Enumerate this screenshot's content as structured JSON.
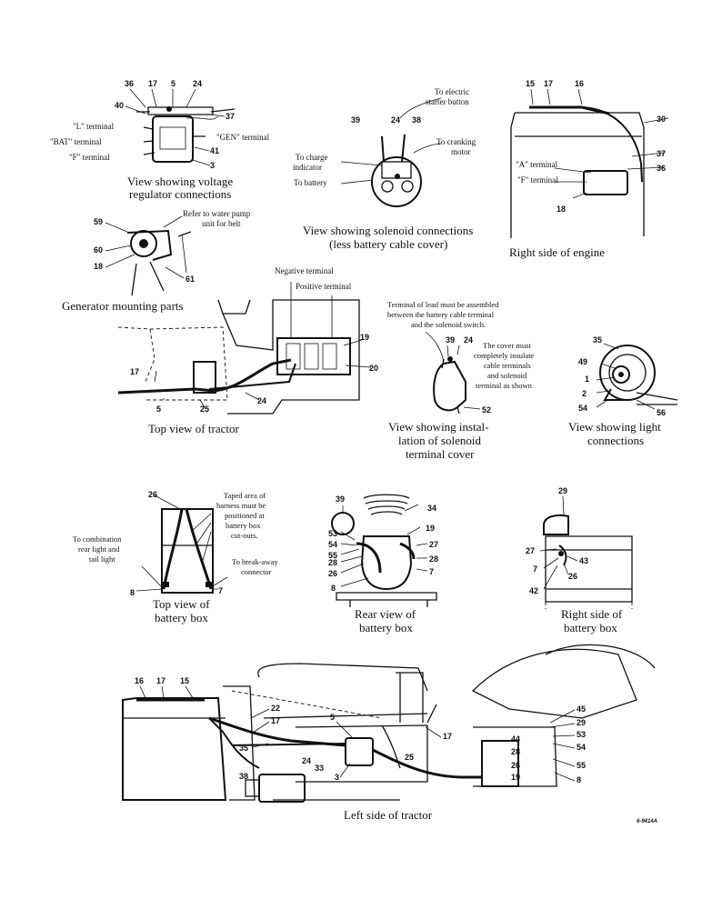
{
  "callouts": {
    "vr": [
      "36",
      "17",
      "5",
      "24",
      "40",
      "37",
      "41",
      "3"
    ],
    "vr_terms": [
      "\"L\" terminal",
      "\"BAT\" terminal",
      "\"F\" terminal",
      "\"GEN\" terminal"
    ],
    "sol": [
      "39",
      "24",
      "38"
    ],
    "sol_text": [
      "To electric",
      "starter button",
      "To cranking",
      "motor",
      "To charge",
      "indicator",
      "To battery"
    ],
    "eng": [
      "15",
      "17",
      "16",
      "30",
      "37",
      "36",
      "18"
    ],
    "eng_terms": [
      "\"A\" terminal",
      "\"F\" terminal"
    ],
    "gen": [
      "59",
      "60",
      "18",
      "61"
    ],
    "gen_text": [
      "Refer to water pump",
      "unit for belt"
    ],
    "top": [
      "17",
      "5",
      "25",
      "24",
      "19",
      "20"
    ],
    "top_text": [
      "Negative terminal",
      "Positive terminal"
    ],
    "cov": [
      "39",
      "24",
      "52"
    ],
    "cov_text": [
      "Terminal of lead must be assembled",
      "between the battery cable terminal",
      "and the solenoid switch.",
      "The cover must",
      "completely insulate",
      "cable terminals",
      "and solenoid",
      "terminal as shown"
    ],
    "light": [
      "35",
      "49",
      "1",
      "2",
      "54",
      "56"
    ],
    "bbt": [
      "26",
      "8",
      "7"
    ],
    "bbt_text": [
      "Taped area of",
      "harness must be",
      "positioned at",
      "battery box",
      "cut-outs.",
      "To combination",
      "rear light and",
      "tail light",
      "To break-away",
      "connector"
    ],
    "rbb": [
      "39",
      "34",
      "19",
      "53",
      "54",
      "55",
      "28",
      "26",
      "8",
      "27",
      "28",
      "7"
    ],
    "sbb": [
      "29",
      "27",
      "7",
      "42",
      "43",
      "26"
    ],
    "left": [
      "16",
      "17",
      "15",
      "22",
      "17",
      "5",
      "17",
      "35",
      "24",
      "33",
      "3",
      "25",
      "38",
      "45",
      "29",
      "53",
      "54",
      "44",
      "28",
      "26",
      "55",
      "19",
      "8"
    ]
  },
  "captions": {
    "vr": [
      "View showing voltage",
      "regulator connections"
    ],
    "sol": [
      "View showing solenoid connections",
      "(less battery cable cover)"
    ],
    "eng": "Right side of engine",
    "gen": "Generator mounting parts",
    "top": "Top view of tractor",
    "cov": [
      "View showing instal-",
      "lation of solenoid",
      "terminal cover"
    ],
    "light": [
      "View showing light",
      "connections"
    ],
    "bbt": [
      "Top view of",
      "battery box"
    ],
    "rbb": [
      "Rear view of",
      "battery box"
    ],
    "sbb": [
      "Right side of",
      "battery box"
    ],
    "left": "Left side of tractor"
  },
  "figure_id": "6-9414A"
}
